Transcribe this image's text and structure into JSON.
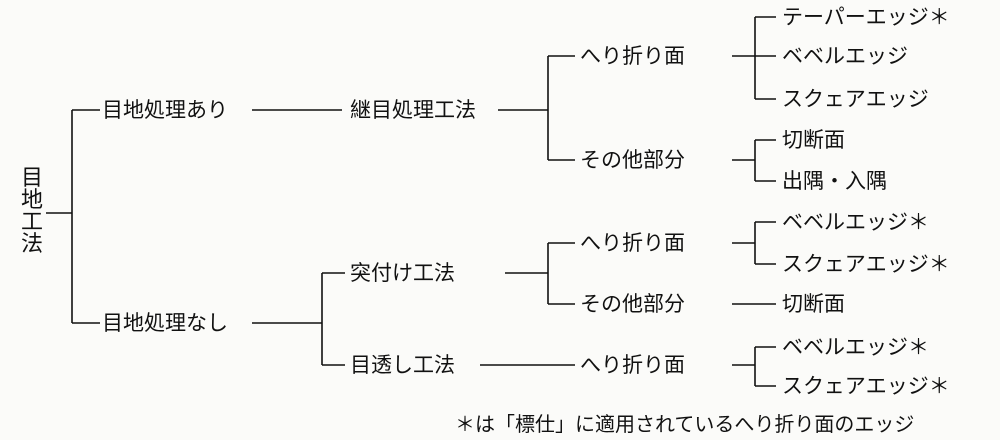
{
  "root": "目地工法",
  "level1": {
    "with_joint": "目地処理あり",
    "without_joint": "目地処理なし"
  },
  "level2": {
    "seam": "継目処理工法",
    "butt": "突付け工法",
    "reveal": "目透し工法"
  },
  "level3": {
    "seam_edge": "へり折り面",
    "seam_other": "その他部分",
    "butt_edge": "へり折り面",
    "butt_other": "その他部分",
    "reveal_edge": "へり折り面"
  },
  "leaves": {
    "seam_tapered": "テーパーエッジ＊",
    "seam_bevel": "ベベルエッジ",
    "seam_square": "スクェアエッジ",
    "seam_cut": "切断面",
    "seam_corner": "出隅・入隅",
    "butt_bevel": "ベベルエッジ＊",
    "butt_square": "スクェアエッジ＊",
    "butt_cut": "切断面",
    "reveal_bevel": "ベベルエッジ＊",
    "reveal_square": "スクェアエッジ＊"
  },
  "footnote": "＊は「標仕」に適用されているへり折り面のエッジ"
}
